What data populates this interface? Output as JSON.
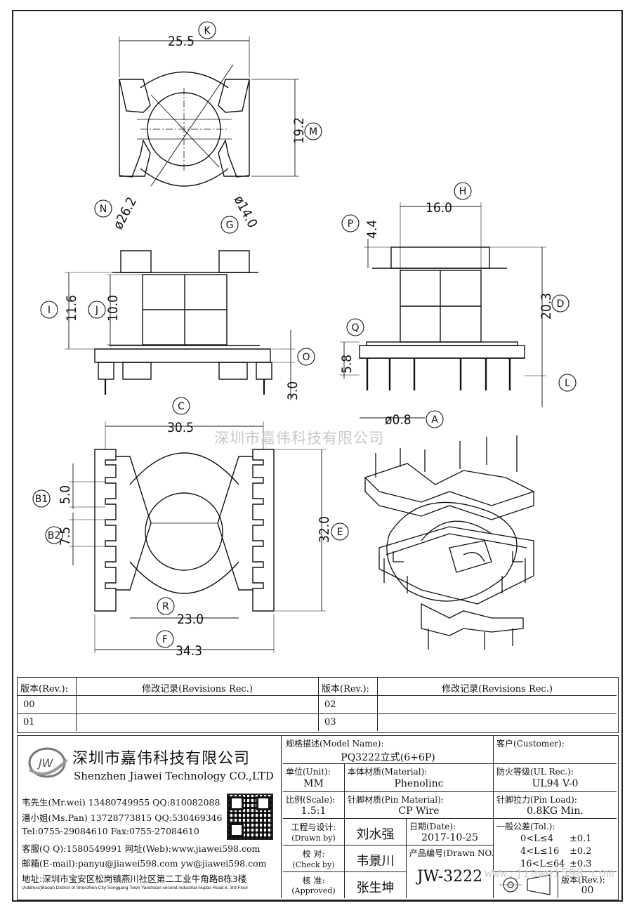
{
  "dimensions": {
    "k_val": "25.5",
    "m_val": "19.2",
    "n_val": "ø26.2",
    "g_val": "ø14.0",
    "i_val": "11.6",
    "j_val": "10.0",
    "o_val": "3.0",
    "h_val": "16.0",
    "p_val": "4.4",
    "d_val": "20.3",
    "q_val": "5.8",
    "a_val": "ø0.8",
    "c_val": "30.5",
    "b1_val": "5.0",
    "b2_val": "7.5",
    "e_val": "32.0",
    "r_val": "23.0",
    "f_val": "34.3"
  },
  "letters": {
    "k": "K",
    "m": "M",
    "n": "N",
    "g": "G",
    "i": "I",
    "j": "J",
    "o": "O",
    "h": "H",
    "p": "P",
    "d": "D",
    "q": "Q",
    "l": "L",
    "a": "A",
    "c": "C",
    "b1": "B1",
    "b2": "B2",
    "e": "E",
    "r": "R",
    "f": "F"
  },
  "watermark": "深圳市嘉伟科技有限公司",
  "watermark_url": "www.jiawei598.com",
  "revisions": {
    "header_rev": "版本(Rev.):",
    "header_rec": "修改记录(Revisions Rec.)",
    "rows_left": [
      "00",
      "01"
    ],
    "rows_right": [
      "02",
      "03"
    ]
  },
  "company": {
    "logo_text": "JW",
    "name_cn": "深圳市嘉伟科技有限公司",
    "name_en": "Shenzhen Jiawei Technology CO.,LTD",
    "contacts": [
      "韦先生(Mr.wei) 13480749955 QQ:810082088",
      "潘小姐(Ms.Pan) 13728773815 QQ:530469346",
      "Tel:0755-29084610      Fax:0755-27084610",
      "客服(Q Q):1580549991    网址(Web):www.jiawei598.com",
      "邮箱(E-mail):panyu@jiawei598.com  yw@jiawei598.com"
    ],
    "address_cn": "地址:深圳市宝安区松岗镇燕川社区第二工业牛角路8栋3楼",
    "address_en": "(Address)Baoan District of Shenzhen City Songgang Town Yanchuan  second industrial niujiao Road 8, 3rd Floor"
  },
  "title_block": {
    "model_label": "规格描述(Model Name):",
    "model_value": "PQ3222立式(6+6P)",
    "customer_label": "客户(Customer):",
    "customer_value": "",
    "unit_label": "单位(Unit):",
    "unit_value": "MM",
    "material_label": "本体材质(Material):",
    "material_value": "Phenolinc",
    "ul_label": "防火等级(UL Rec.):",
    "ul_value": "UL94 V-0",
    "scale_label": "比例(Scale):",
    "scale_value": "1.5:1",
    "pin_material_label": "针脚材质(Pin Material):",
    "pin_material_value": "CP Wire",
    "pin_load_label": "针脚拉力(Pin Load):",
    "pin_load_value": "0.8KG Min.",
    "drawn_label": "工程与设计:",
    "drawn_label_en": "(Drawn by)",
    "drawn_value": "刘水强",
    "date_label": "日期(Date):",
    "date_value": "2017-10-25",
    "check_label": "校  对:",
    "check_label_en": "(Check by)",
    "check_value": "韦景川",
    "drawn_no_label": "产品编号(Drawn NO.):",
    "drawn_no_value": "JW-3222",
    "approved_label": "核  准:",
    "approved_label_en": "(Approved)",
    "approved_value": "张生坤",
    "tol_label": "一般公差(Tol.):",
    "tol_rows": [
      {
        "range": "0<L≤4",
        "tol": "±0.1"
      },
      {
        "range": "4<L≤16",
        "tol": "±0.2"
      },
      {
        "range": "16<L≤64",
        "tol": "±0.3"
      }
    ],
    "rev_label": "版本(Rev.):",
    "rev_value": "00"
  }
}
